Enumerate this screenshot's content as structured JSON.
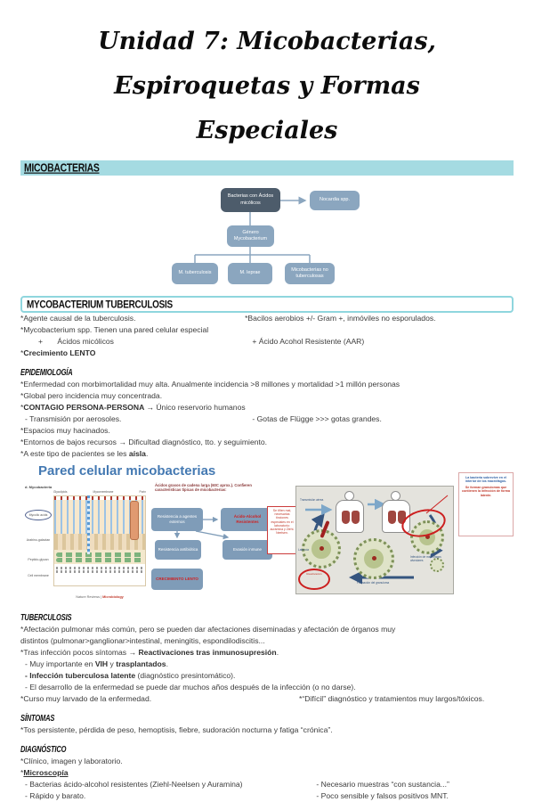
{
  "colors": {
    "highlight": "#a5dbe2",
    "box_dark": "#4d5c6b",
    "box_light": "#8ba6bf",
    "figure_title": "#4479b2",
    "accent_red": "#c0392b"
  },
  "title": {
    "line1": "Unidad 7: Micobacterias, Espiroquetas y Formas",
    "line2": "Especiales"
  },
  "micobacterias": {
    "heading": "MICOBACTERIAS"
  },
  "flowchart": {
    "root": "Bacterias con Ácidos micólicos",
    "nocardia": "Nocardia spp.",
    "genus": "Género Mycobacterium",
    "child1": "M. tuberculosis",
    "child2": "M. leprae",
    "child3": "Micobacterias no tuberculosas"
  },
  "mtb": {
    "heading": "MYCOBACTERIUM TUBERCULOSIS",
    "r1_left": "*Agente causal de la tuberculosis.",
    "r1_right": "*Bacilos aerobios +/- Gram +, inmóviles no esporulados.",
    "r2": "*Mycobacterium spp. Tienen una pared celular especial",
    "r3_bullet": "+",
    "r3_text": "Ácidos micólicos",
    "r3_right": "+ Ácido Acohol Resistente (AAR)",
    "r4_star": "*",
    "r4_bold": "Crecimiento LENTO"
  },
  "epi": {
    "heading": "EPIDEMIOLOGÍA",
    "l1": "*Enfermedad con morbimortalidad muy alta. Anualmente incidencia >8 millones y mortalidad >1 millón personas",
    "l2": "*Global pero incidencia muy concentrada.",
    "l3_star": "*",
    "l3_bold": "CONTAGIO PERSONA-PERSONA →",
    "l3_rest": " Único reservorio humanos",
    "l4_left": "- Transmisión por aerosoles.",
    "l4_right": "- Gotas de Flügge >>> gotas grandes.",
    "l5": "*Espacios muy hacinados.",
    "l6": "*Entornos de bajos recursos → Dificultad diagnóstico, tto. y seguimiento.",
    "l7_pre": "*A este tipo de pacientes se les ",
    "l7_bold": "aísla",
    "l7_post": "."
  },
  "figure": {
    "title": "Pared celular micobacterias",
    "cellwall": {
      "corner_label": "d. Mycobacteria",
      "label_glycolipids": "Glycolipids",
      "label_mycomembrane": "Mycomembrane",
      "label_porin": "Porin",
      "label_mycolic": "Mycolic acids",
      "label_arabino": "Arabino-galactan",
      "label_peptido": "Peptido-glycan",
      "label_membrane": "Cell membrane",
      "caption_left": "Nature Reviews",
      "caption_sep": " | ",
      "caption_right": "Microbiology"
    },
    "miniflow": {
      "header": "Ácidos grasos de cadena larga (60C aprox.). Confieren características típicas de micobacterias:",
      "box_resist": "Resistencia a agentes externos",
      "box_aar": "Ácido-Alcohol Resistentes",
      "box_atb": "Resistencia antibiótica",
      "box_evasion": "Evasión inmune",
      "box_lento": "CRECIMIENTO LENTO",
      "side_note": "Se tiñen mal, necesarias tinciones especiales en el laboratorio: auramina y Ziehl-Neelsen."
    },
    "cycle": {
      "label_transmision": "Transmisión aérea",
      "label_infeccion": "Infección de macrófagos alveolares",
      "label_granuloma": "Formación del granuloma",
      "label_latencia": "Latencia",
      "note_left": "Reactivación",
      "note_right_blue": "La bacteria sobrevive en el interior de los macrófagos.",
      "note_right_red": "Se forman granulomas que contienen la infección de forma latente."
    }
  },
  "tb": {
    "heading": "TUBERCULOSIS",
    "l1a": "*Afectación pulmonar más común, pero se pueden dar afectaciones diseminadas y afectación de órganos muy",
    "l1b": "distintos (pulmonar>ganglionar>intestinal, meningitis, espondilodiscitis...",
    "l2_pre": "*Tras infección pocos síntomas → ",
    "l2_bold": "Reactivaciones tras inmunosupresión",
    "l2_post": ".",
    "l3_pre": "- Muy importante en ",
    "l3_bold1": "VIH",
    "l3_mid": " y ",
    "l3_bold2": "trasplantados",
    "l3_post": ".",
    "l4_bold": "- Infección tuberculosa latente",
    "l4_rest": " (diagnóstico presintomático).",
    "l5": "- El desarrollo de la enfermedad se puede dar muchos años después de la infección (o no darse).",
    "l6_left": "*Curso muy larvado de la enfermedad.",
    "l6_right": "*“Difícil” diagnóstico y tratamientos muy largos/tóxicos."
  },
  "sintomas": {
    "heading": "SÍNTOMAS",
    "l1": "*Tos persistente, pérdida de peso, hemoptisis, fiebre, sudoración nocturna y fatiga “crónica”."
  },
  "diag": {
    "heading": "DIAGNÓSTICO",
    "l1": "*Clínico, imagen y laboratorio.",
    "l2_star": "*",
    "l2_bold": "Microscopía",
    "l3_left": "- Bacterias ácido-alcohol resistentes (Ziehl-Neelsen y Auramina)",
    "l3_right": "- Necesario muestras “con sustancia...”",
    "l4_left": "- Rápido y barato.",
    "l4_right": "- Poco sensible y falsos positivos MNT."
  }
}
